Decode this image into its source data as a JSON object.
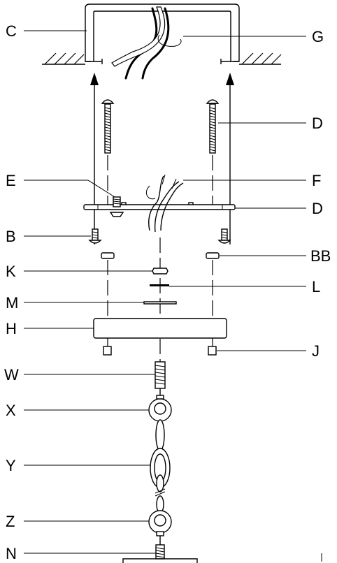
{
  "diagram": {
    "labels": {
      "C": "C",
      "G": "G",
      "D_top": "D",
      "E": "E",
      "F": "F",
      "D_plate": "D",
      "B": "B",
      "BB": "BB",
      "K": "K",
      "L": "L",
      "M": "M",
      "H": "H",
      "J": "J",
      "W": "W",
      "X": "X",
      "Y": "Y",
      "Z": "Z",
      "N": "N"
    }
  }
}
